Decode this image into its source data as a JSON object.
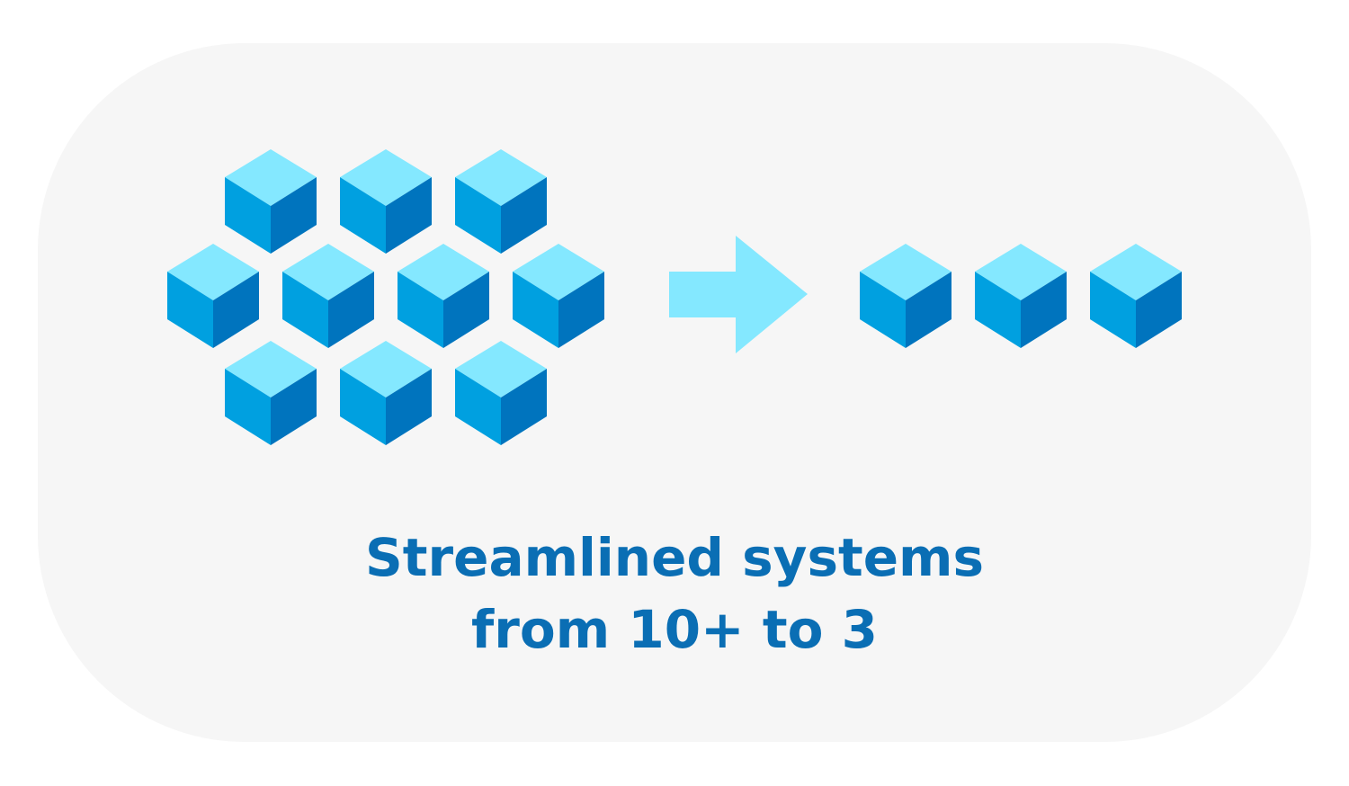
{
  "colors": {
    "background": "#f6f6f6",
    "cube_top": "#84e8ff",
    "cube_left": "#00a0e0",
    "cube_right": "#0074be",
    "arrow": "#84e8ff",
    "text": "#0a6eb4"
  },
  "before": {
    "cube_count": 10
  },
  "after": {
    "cube_count": 3
  },
  "arrow_icon": "arrow-right-icon",
  "caption": {
    "line1": "Streamlined systems",
    "line2": "from 10+ to 3"
  }
}
